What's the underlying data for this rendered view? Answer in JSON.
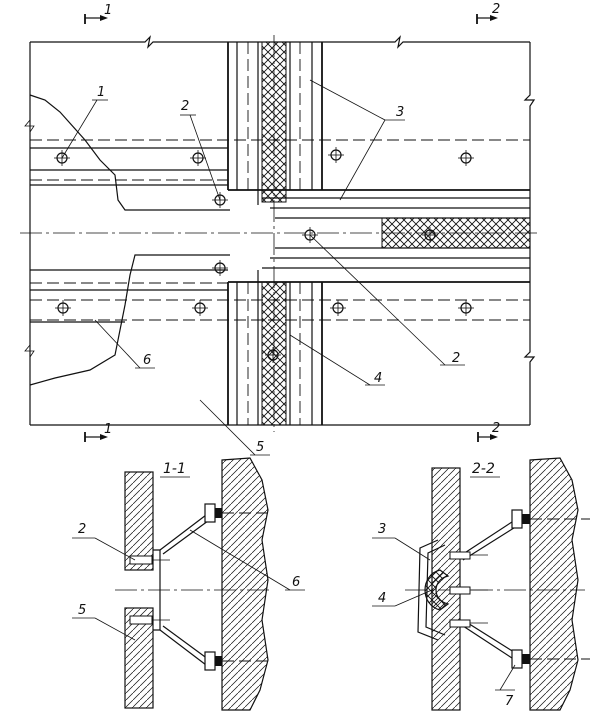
{
  "plan": {
    "section_marks": {
      "top_left": "1",
      "top_right": "2",
      "bottom_left": "1",
      "bottom_right": "2"
    },
    "callouts": {
      "c1": "1",
      "c2_top": "2",
      "c3": "3",
      "c2_bottom": "2",
      "c4": "4",
      "c5": "5",
      "c6": "6"
    }
  },
  "section_1_1": {
    "title": "1-1",
    "callouts": {
      "c2": "2",
      "c5": "5",
      "c6": "6"
    }
  },
  "section_2_2": {
    "title": "2-2",
    "callouts": {
      "c3": "3",
      "c4": "4",
      "c7": "7"
    }
  }
}
